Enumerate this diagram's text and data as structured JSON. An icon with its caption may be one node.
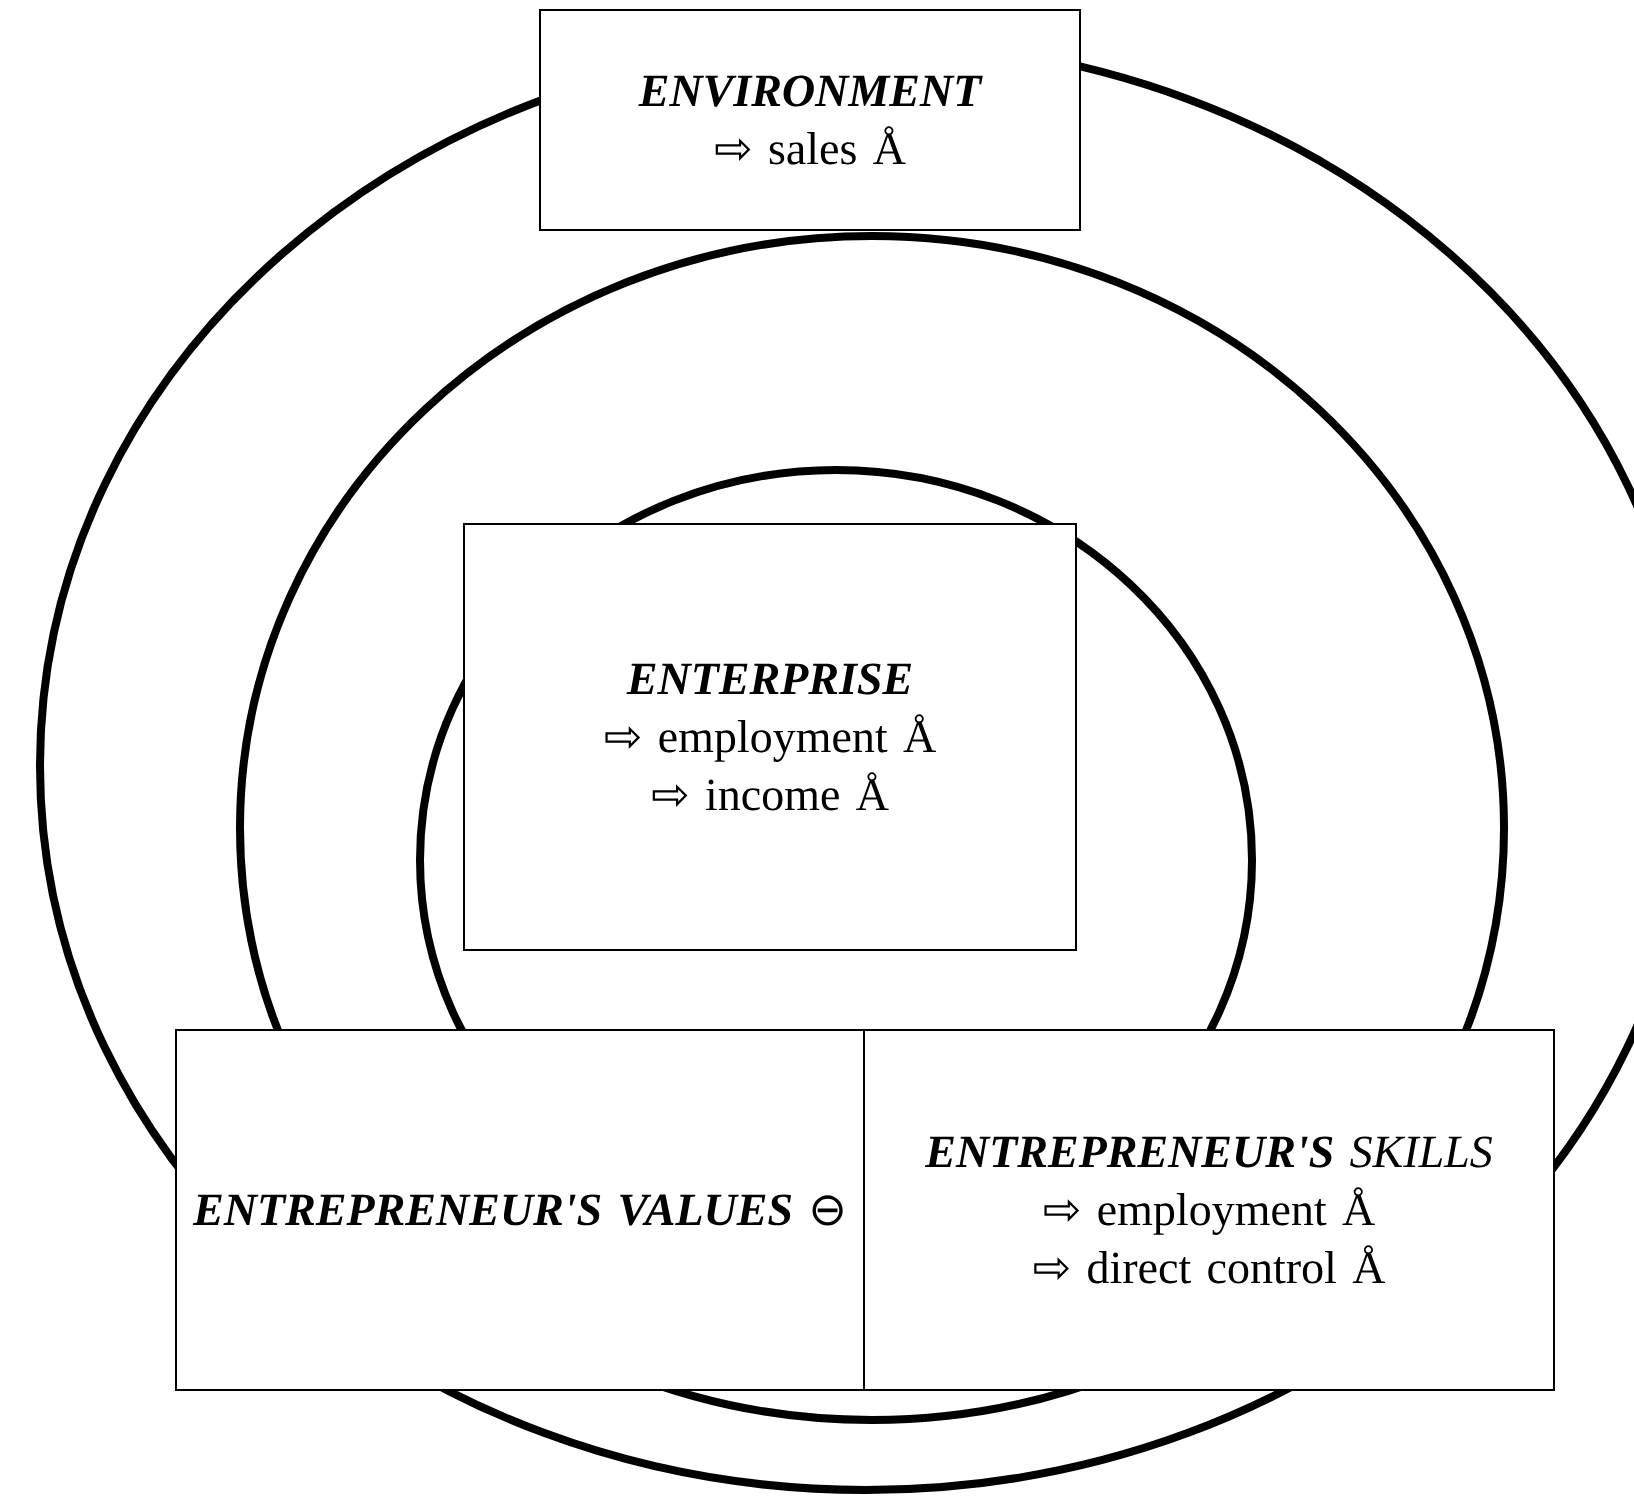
{
  "diagram": {
    "nodes": [
      {
        "text": [
          "ENVIRONMENT",
          "⇨ sales Å"
        ]
      },
      {
        "text": [
          "ENTERPRISE",
          "⇨ employment Å",
          "⇨ income Å"
        ]
      },
      {
        "text": [
          "ENTREPRENEUR'S VALUES ⊖"
        ]
      },
      {
        "text": [
          "**ENTREPRENEUR'S** SKILLS",
          "⇨ employment Å",
          "⇨ direct control Å"
        ]
      }
    ]
  }
}
